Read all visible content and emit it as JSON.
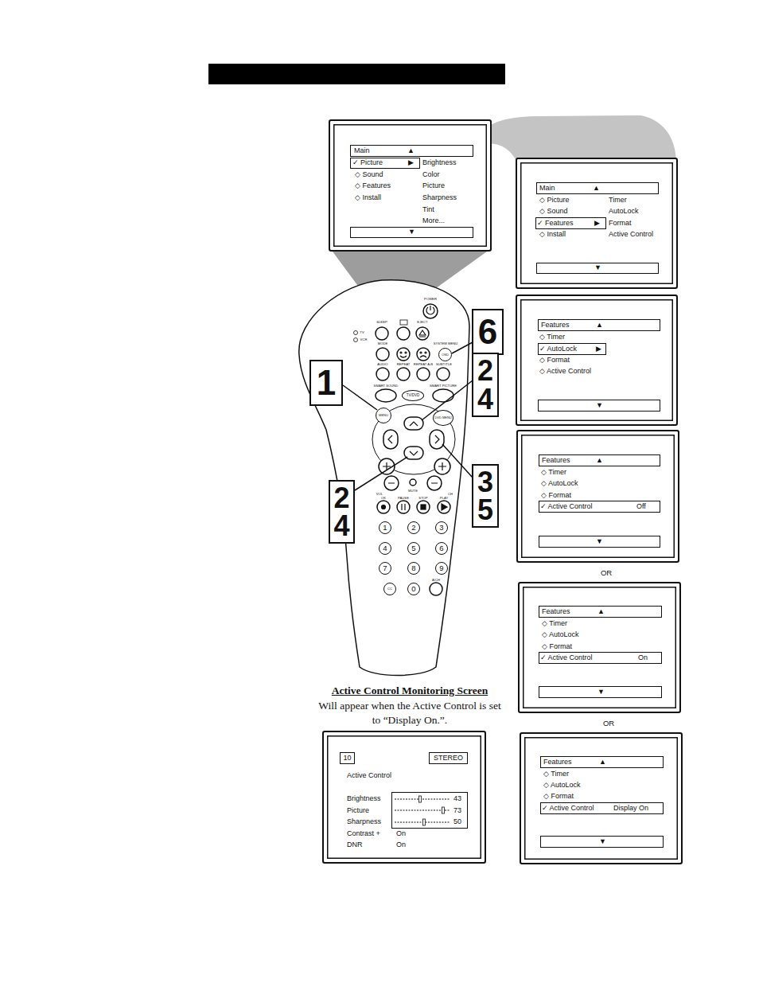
{
  "diagram": {
    "nodes": [
      {
        "text": [
          "◇ Sound",
          "◇ Features",
          "◇ Install",
          "Brightness",
          "Color",
          "Picture",
          "Sharpness",
          "Tint",
          "More..."
        ]
      },
      {
        "text": [
          "Main",
          "▲"
        ],
        "in": 0
      },
      {
        "text": [
          "✓ Picture",
          "▶"
        ],
        "in": 0
      },
      {
        "text": [
          "▼"
        ],
        "in": 0
      },
      {
        "text": [
          "◇ Picture",
          "◇ Sound",
          "◇ Install",
          "Timer",
          "AutoLock",
          "Format",
          "Active Control"
        ]
      },
      {
        "text": [
          "Main",
          "▲"
        ],
        "in": 4
      },
      {
        "text": [
          "✓ Features",
          "▶"
        ],
        "in": 4
      },
      {
        "text": [
          "▼"
        ],
        "in": 4
      },
      {
        "text": [
          "◇ Timer",
          "◇ Format",
          "◇ Active Control"
        ]
      },
      {
        "text": [
          "Features",
          "▲"
        ],
        "in": 8
      },
      {
        "text": [
          "✓ AutoLock",
          "▶"
        ],
        "in": 8
      },
      {
        "text": [
          "▼"
        ],
        "in": 8
      },
      {
        "text": [
          "◇ Timer",
          "◇ AutoLock",
          "◇ Format"
        ]
      },
      {
        "text": [
          "Features",
          "▲"
        ],
        "in": 12
      },
      {
        "text": [
          "✓ Active Control",
          "Off"
        ],
        "in": 12
      },
      {
        "text": [
          "▼"
        ],
        "in": 12
      },
      {
        "text": [
          "◇ Timer",
          "◇ AutoLock",
          "◇ Format"
        ]
      },
      {
        "text": [
          "Features",
          "▲"
        ],
        "in": 16
      },
      {
        "text": [
          "✓ Active Control",
          "On"
        ],
        "in": 16
      },
      {
        "text": [
          "▼"
        ],
        "in": 16
      },
      {
        "text": [
          "◇ Timer",
          "◇ AutoLock",
          "◇ Format"
        ]
      },
      {
        "text": [
          "Features",
          "▲"
        ],
        "in": 20
      },
      {
        "text": [
          "✓ Active Control",
          "Display On"
        ],
        "in": 20
      },
      {
        "text": [
          "▼"
        ],
        "in": 20
      },
      {
        "text": [
          "Active Control",
          "Brightness",
          "Picture",
          "Sharpness",
          "Contrast +",
          "On",
          "DNR",
          "On"
        ]
      },
      {
        "text": [
          "10"
        ],
        "in": 24
      },
      {
        "text": [
          "STEREO"
        ],
        "in": 24
      },
      {
        "text": [
          "43",
          "73",
          "50"
        ],
        "in": 24
      },
      {
        "text": [
          "6"
        ]
      },
      {
        "text": [
          "1"
        ]
      },
      {
        "text": [
          "2 4"
        ]
      },
      {
        "text": [
          "2 4"
        ]
      },
      {
        "text": [
          "3 5"
        ]
      },
      {
        "text": [
          "OSD"
        ]
      },
      {
        "text": [
          "TV/DVD"
        ]
      },
      {
        "text": [
          "MENU"
        ]
      },
      {
        "text": [
          "DVD MENU"
        ]
      },
      {
        "text": [
          "1"
        ]
      },
      {
        "text": [
          "2"
        ]
      },
      {
        "text": [
          "3"
        ]
      },
      {
        "text": [
          "4"
        ]
      },
      {
        "text": [
          "5"
        ]
      },
      {
        "text": [
          "6"
        ]
      },
      {
        "text": [
          "7"
        ]
      },
      {
        "text": [
          "8"
        ]
      },
      {
        "text": [
          "9"
        ]
      },
      {
        "text": [
          "CC"
        ]
      },
      {
        "text": [
          "0"
        ]
      }
    ],
    "labels": [
      "POWER",
      "SLEEP",
      "EJECT",
      "TV",
      "VCR",
      "MODE",
      "SYSTEM MENU",
      "AUDIO",
      "REPEAT",
      "REPEAT A-B",
      "SUBTITLE",
      "SMART SOUND",
      "SMART PICTURE",
      "VOL",
      "MUTE",
      "CH",
      "OK",
      "PAUSE",
      "STOP",
      "PLAY",
      "A/CH",
      "OR",
      "OR",
      "Active Control Monitoring Screen",
      "Will appear when the Active Control is set to “Display On.”."
    ]
  }
}
